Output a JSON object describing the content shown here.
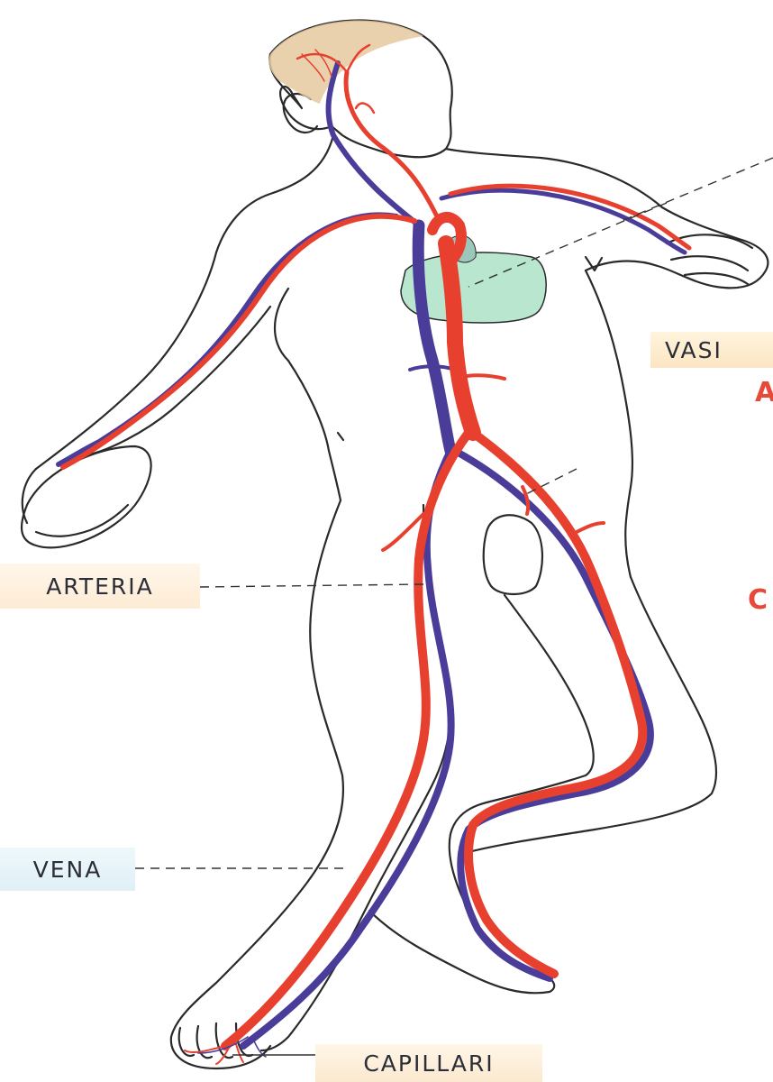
{
  "labels": {
    "arteria": "ARTERIA",
    "vena": "VENA",
    "capillari": "CAPILLARI",
    "vasi": "VASI"
  },
  "cut_off_text": {
    "right_a": "A",
    "right_c": "C"
  },
  "colors": {
    "artery": "#e8402f",
    "vein": "#4a3d9a",
    "heart_pericardium": "#b9e6cf",
    "body_outline": "#2a2a2a",
    "hair": "#e6c9a0"
  }
}
